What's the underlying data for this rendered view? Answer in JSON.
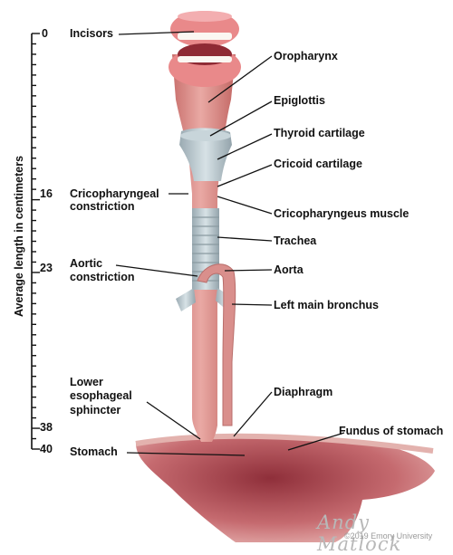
{
  "scale": {
    "title": "Average length in centimeters",
    "ticks": [
      {
        "label": "0",
        "cm": 0
      },
      {
        "label": "16",
        "cm": 16
      },
      {
        "label": "23",
        "cm": 23
      },
      {
        "label": "38",
        "cm": 38
      },
      {
        "label": "40",
        "cm": 40
      }
    ]
  },
  "labels": {
    "incisors": "Incisors",
    "oropharynx": "Oropharynx",
    "epiglottis": "Epiglottis",
    "thyroid_cartilage": "Thyroid cartilage",
    "cricoid_cartilage": "Cricoid cartilage",
    "cricopharyngeal_constriction_1": "Cricopharyngeal",
    "cricopharyngeal_constriction_2": "constriction",
    "cricopharyngeus_muscle": "Cricopharyngeus muscle",
    "trachea": "Trachea",
    "aortic_constriction_1": "Aortic",
    "aortic_constriction_2": "constriction",
    "aorta": "Aorta",
    "left_main_bronchus": "Left main bronchus",
    "les_1": "Lower",
    "les_2": "esophageal",
    "les_3": "sphincter",
    "diaphragm": "Diaphragm",
    "fundus": "Fundus of stomach",
    "stomach": "Stomach"
  },
  "credits": {
    "signature": "Andy Matlock",
    "copyright": "©2019 Emory University"
  }
}
